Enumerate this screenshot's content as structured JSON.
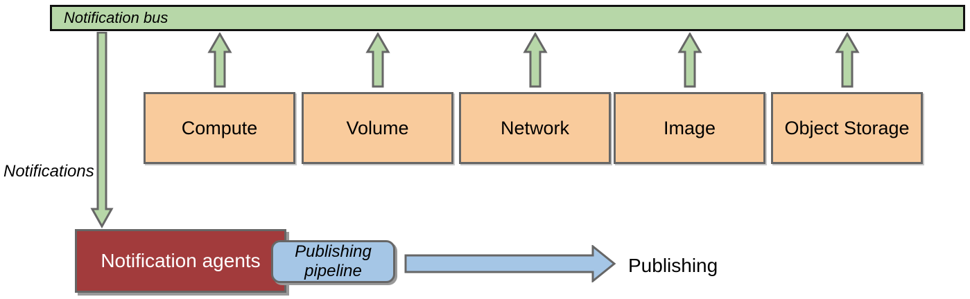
{
  "colors": {
    "bus_fill": "#b7d7a8",
    "bus_border": "#111111",
    "arrow_green": "#b7d7a8",
    "box_orange": "#f9cb9c",
    "agents_red": "#a23b3c",
    "pipeline_blue": "#a5c6e6",
    "stroke_gray": "#666666",
    "shadow_gray": "#999999"
  },
  "bus": {
    "label": "Notification bus"
  },
  "services": [
    {
      "label": "Compute"
    },
    {
      "label": "Volume"
    },
    {
      "label": "Network"
    },
    {
      "label": "Image"
    },
    {
      "label": "Object Storage"
    }
  ],
  "flows": {
    "notifications_label": "Notifications",
    "publishing_label": "Publishing"
  },
  "agents": {
    "label": "Notification agents"
  },
  "pipeline": {
    "label": "Publishing pipeline"
  }
}
